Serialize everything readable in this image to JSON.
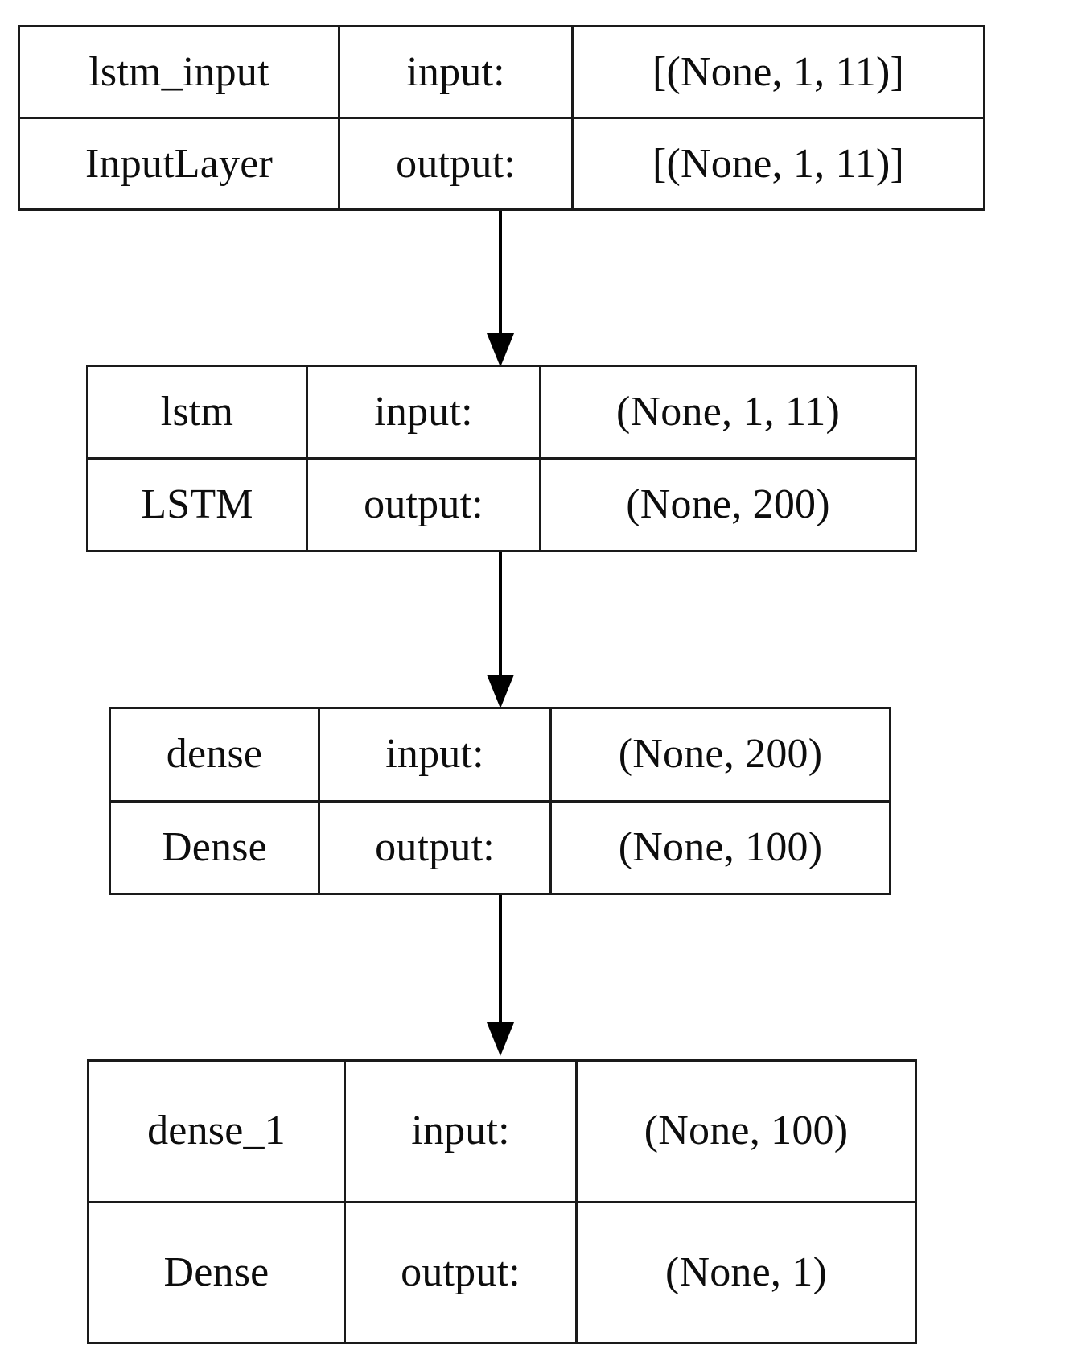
{
  "diagram": {
    "kind": "keras-model-plot",
    "orientation": "top-to-bottom",
    "background_color": "#ffffff",
    "box_border_color": "#1a1a1a",
    "text_color": "#0d0d0d",
    "edge_color": "#000000"
  },
  "nodes": [
    {
      "id": "lstm_input",
      "name": "lstm_input",
      "type": "InputLayer",
      "input_label": "input:",
      "output_label": "output:",
      "input_shape": "[(None, 1, 11)]",
      "output_shape": "[(None, 1, 11)]"
    },
    {
      "id": "lstm",
      "name": "lstm",
      "type": "LSTM",
      "input_label": "input:",
      "output_label": "output:",
      "input_shape": "(None, 1, 11)",
      "output_shape": "(None, 200)"
    },
    {
      "id": "dense",
      "name": "dense",
      "type": "Dense",
      "input_label": "input:",
      "output_label": "output:",
      "input_shape": "(None, 200)",
      "output_shape": "(None, 100)"
    },
    {
      "id": "dense_1",
      "name": "dense_1",
      "type": "Dense",
      "input_label": "input:",
      "output_label": "output:",
      "input_shape": "(None, 100)",
      "output_shape": "(None, 1)"
    }
  ],
  "edges": [
    {
      "from": "lstm_input",
      "to": "lstm"
    },
    {
      "from": "lstm",
      "to": "dense"
    },
    {
      "from": "dense",
      "to": "dense_1"
    }
  ]
}
